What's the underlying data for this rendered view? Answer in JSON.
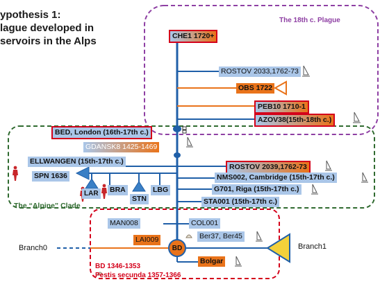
{
  "hypothesis": {
    "line1": "ypothesis 1:",
    "line2": "lague developed in",
    "line3": "servoirs in the Alps"
  },
  "groups": {
    "plague18": "The 18th c. Plague",
    "alpine": "The “Alpine” Clade",
    "bd_line1": "BD 1346-1353",
    "bd_line2": "Pestis secunda 1357-1366"
  },
  "branches": {
    "branch0": "Branch0",
    "branch1": "Branch1"
  },
  "nodes": {
    "bd": "BD"
  },
  "samples": {
    "che1": "CHE1 1720+",
    "rostov1": "ROSTOV 2033,1762-73",
    "obs": "OBS 1722",
    "peb10": "PEB10 1710-1",
    "azov": "AZOV38(15th-18th c.)",
    "bed": "BED, London (16th-17th c.)",
    "gdansk": "GDANSK8 1425-1469",
    "ellwangen": "ELLWANGEN (15th-17th c.)",
    "rostov2": "ROSTOV 2039,1762-73",
    "spn": "SPN 1636",
    "nms": "NMS002, Cambridge (15th-17th c.)",
    "lar": "LAR",
    "bra": "BRA",
    "stn": "STN",
    "lbg": "LBG",
    "g701": "G701, Riga (15th-17th c.)",
    "sta": "STA001 (15th-17th c.)",
    "man": "MAN008",
    "col": "COL001",
    "lai": "LAI009",
    "ber": "Ber37, Ber45",
    "bolgar": "Bolgar"
  },
  "colors": {
    "blue_line": "#1f5fa8",
    "orange_line": "#e9731a",
    "label_blue": "#aac6e8",
    "label_orange": "#e9731a",
    "purple_dash": "#8e3fa3",
    "green_dash": "#2f6a2f",
    "red_dash": "#d4001a",
    "triangle_yellow": "#f3d13a",
    "figure_red": "#c8262a"
  }
}
